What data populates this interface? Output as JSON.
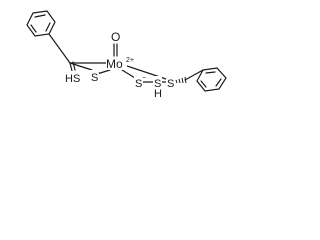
{
  "molecule": {
    "metal": {
      "symbol": "Mo",
      "charge": "2+"
    },
    "oxo": {
      "symbol": "O"
    },
    "thiol_left": {
      "symbol": "HS"
    },
    "thiolate_left": {
      "symbol": "S",
      "charge": "−"
    },
    "thiolate_mid": {
      "symbol": "S",
      "charge": "−"
    },
    "sulfur_h": {
      "symbol": "S"
    },
    "hydrogen_under": {
      "symbol": "H"
    },
    "sulfur_right": {
      "symbol": "S"
    }
  }
}
